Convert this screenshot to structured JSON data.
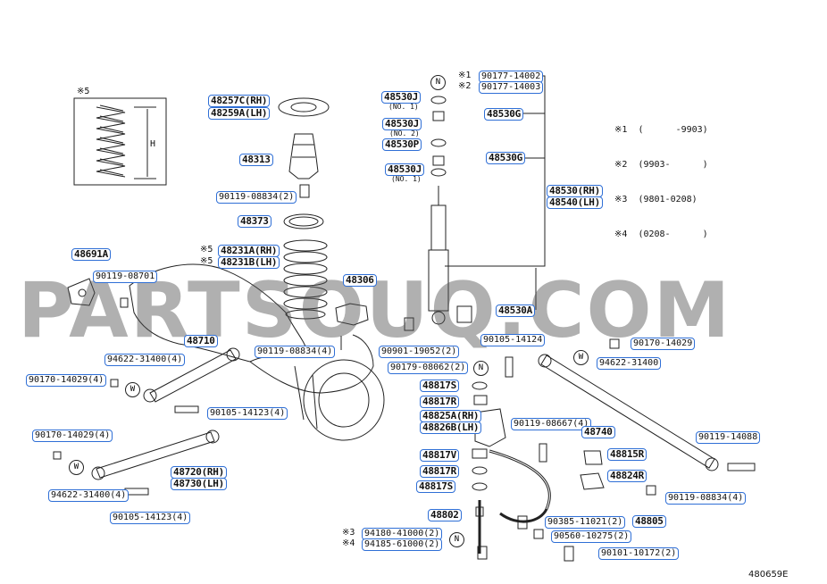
{
  "diagram_id": "480659E",
  "watermark": "PARTSOUQ.COM",
  "inset_mark": "※5",
  "inset_dim": "H",
  "labels": {
    "l48257c": "48257C(RH)",
    "l48259a": "48259A(LH)",
    "l48313": "48313",
    "l90119_08834a": "90119-08834(2)",
    "l48373": "48373",
    "l48231a": "48231A(RH)",
    "l48231b": "48231B(LH)",
    "m5a": "※5",
    "m5b": "※5",
    "l48306": "48306",
    "l48691a": "48691A",
    "l90119_08701": "90119-08701",
    "l48710": "48710",
    "l94622_a": "94622-31400(4)",
    "l90170_a": "90170-14029(4)",
    "l90119_08834b": "90119-08834(4)",
    "l90105_a": "90105-14123(4)",
    "l90170_b": "90170-14029(4)",
    "l48720": "48720(RH)",
    "l48730": "48730(LH)",
    "l94622_b": "94622-31400(4)",
    "l90105_b": "90105-14123(4)",
    "m1": "※1",
    "m2": "※2",
    "l90177_14002": "90177-14002",
    "l90177_14003": "90177-14003",
    "l48530j1": "48530J",
    "n1": "(NO. 1)",
    "l48530g1": "48530G",
    "l48530j2": "48530J",
    "n2": "(NO. 2)",
    "l48530p": "48530P",
    "l48530g2": "48530G",
    "l48530j3": "48530J",
    "n3": "(NO. 1)",
    "l48530rh": "48530(RH)",
    "l48540lh": "48540(LH)",
    "l48530a": "48530A",
    "l90901": "90901-19052(2)",
    "l90179": "90179-08062(2)",
    "l90105_c": "90105-14124",
    "l90170_c": "90170-14029",
    "l94622_c": "94622-31400",
    "l48817s1": "48817S",
    "l48817r1": "48817R",
    "l48825a": "48825A(RH)",
    "l48826b": "48826B(LH)",
    "l90119_08667": "90119-08667(4)",
    "l48740": "48740",
    "l90119_14088": "90119-14088",
    "l48817v": "48817V",
    "l48815r": "48815R",
    "l48817r2": "48817R",
    "l48824r": "48824R",
    "l48817s2": "48817S",
    "l90119_08834c": "90119-08834(4)",
    "l48802": "48802",
    "l90385": "90385-11021(2)",
    "l48805": "48805",
    "m3": "※3",
    "m4": "※4",
    "l94180": "94180-41000(2)",
    "l94185": "94185-61000(2)",
    "l90560": "90560-10275(2)",
    "l90101": "90101-10172(2)"
  },
  "circled": {
    "n_top": "N",
    "n_mid": "N",
    "n_bot": "N",
    "w_left": "W",
    "w_left2": "W",
    "w_right": "W"
  },
  "legend": [
    "※1  (      -9903)",
    "※2  (9903-      )",
    "※3  (9801-0208)",
    "※4  (0208-      )"
  ]
}
